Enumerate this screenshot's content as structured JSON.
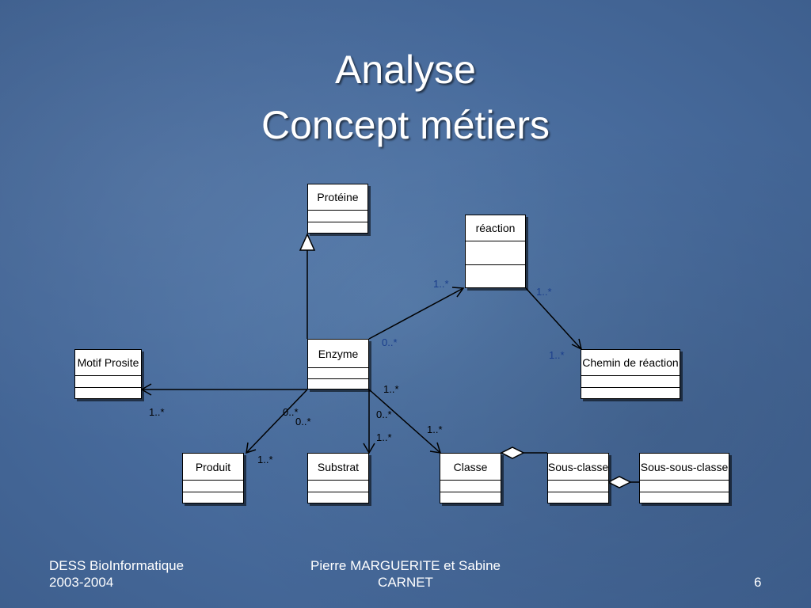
{
  "slide": {
    "title_line1": "Analyse",
    "title_line2": "Concept métiers",
    "footer_left_line1": "DESS BioInformatique",
    "footer_left_line2": "2003-2004",
    "footer_center_line1": "Pierre MARGUERITE et Sabine",
    "footer_center_line2": "CARNET",
    "page_number": "6"
  },
  "diagram": {
    "classes": {
      "proteine": "Protéine",
      "reaction": "réaction",
      "enzyme": "Enzyme",
      "motif_prosite": "Motif Prosite",
      "chemin_de_reaction": "Chemin de réaction",
      "produit": "Produit",
      "substrat": "Substrat",
      "classe": "Classe",
      "sous_classe": "Sous-classe",
      "sous_sous_classe": "Sous-sous-classe"
    },
    "multiplicities": {
      "reaction_from_enzyme": "1..*",
      "enzyme_to_reaction": "0..*",
      "reaction_to_chemin": "1..*",
      "chemin_from_reaction": "1..*",
      "motif_end": "1..*",
      "enzyme_motif_end": "0..*",
      "enzyme_substrat_end": "0..*",
      "produit_end": "1..*",
      "substrat_end": "1..*",
      "enzyme_classe_end": "1..*",
      "enzyme_classe_end2": "0..*",
      "classe_end": "1..*"
    },
    "colors": {
      "background": "#4a6fa0",
      "multiplicity_blue": "#1a3e8c",
      "box_fill": "#ffffff",
      "line": "#000000"
    }
  }
}
